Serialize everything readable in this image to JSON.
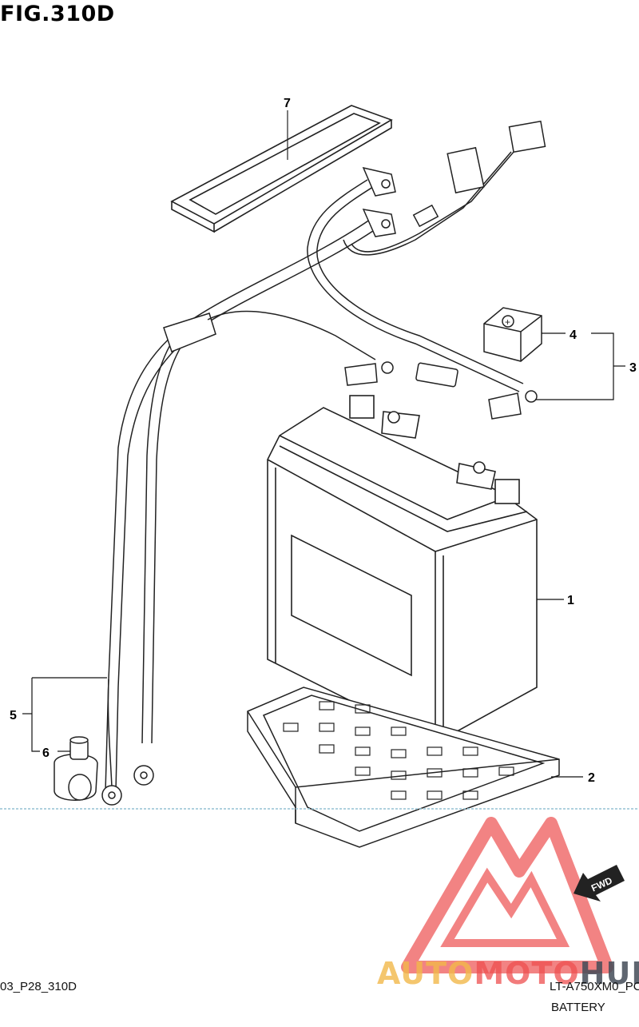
{
  "figure": {
    "title": "FIG.310D"
  },
  "callouts": {
    "part1": "1",
    "part2": "2",
    "part3": "3",
    "part4": "4",
    "part5": "5",
    "part6": "6",
    "part7": "7"
  },
  "fwd_label": "FWD",
  "footer": {
    "code_left": "03_P28_310D",
    "code_right": "LT-A750XM0_PC",
    "caption": "BATTERY"
  },
  "watermark": {
    "auto": "AUTO",
    "moto": "MOTO",
    "hub": "HUB",
    "colors": {
      "triangle": "#ee5a5a",
      "auto": "#f2b84a",
      "hub": "#444c58"
    }
  }
}
